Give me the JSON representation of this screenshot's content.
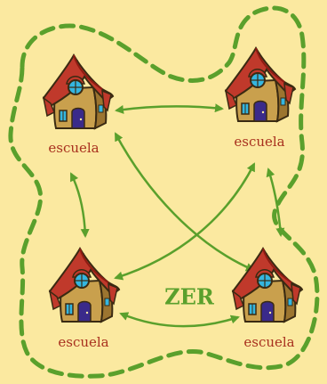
{
  "diagram": {
    "center_label": "ZER",
    "schools": [
      {
        "label": "escuela",
        "icon": "house-icon"
      },
      {
        "label": "escuela",
        "icon": "house-icon"
      },
      {
        "label": "escuela",
        "icon": "house-icon"
      },
      {
        "label": "escuela",
        "icon": "house-icon"
      }
    ],
    "connections": "all-pairs-bidirectional"
  },
  "colors": {
    "background": "#fbe9a0",
    "boundary": "#5aa02c",
    "arrows": "#5aa02c",
    "label_text": "#a8301e",
    "roof": "#c0392b",
    "roof_dark": "#8e1c12",
    "wall": "#c9a04d",
    "wall_dark": "#7a5a1e",
    "door": "#3a2a8a",
    "window": "#34b6e0"
  }
}
